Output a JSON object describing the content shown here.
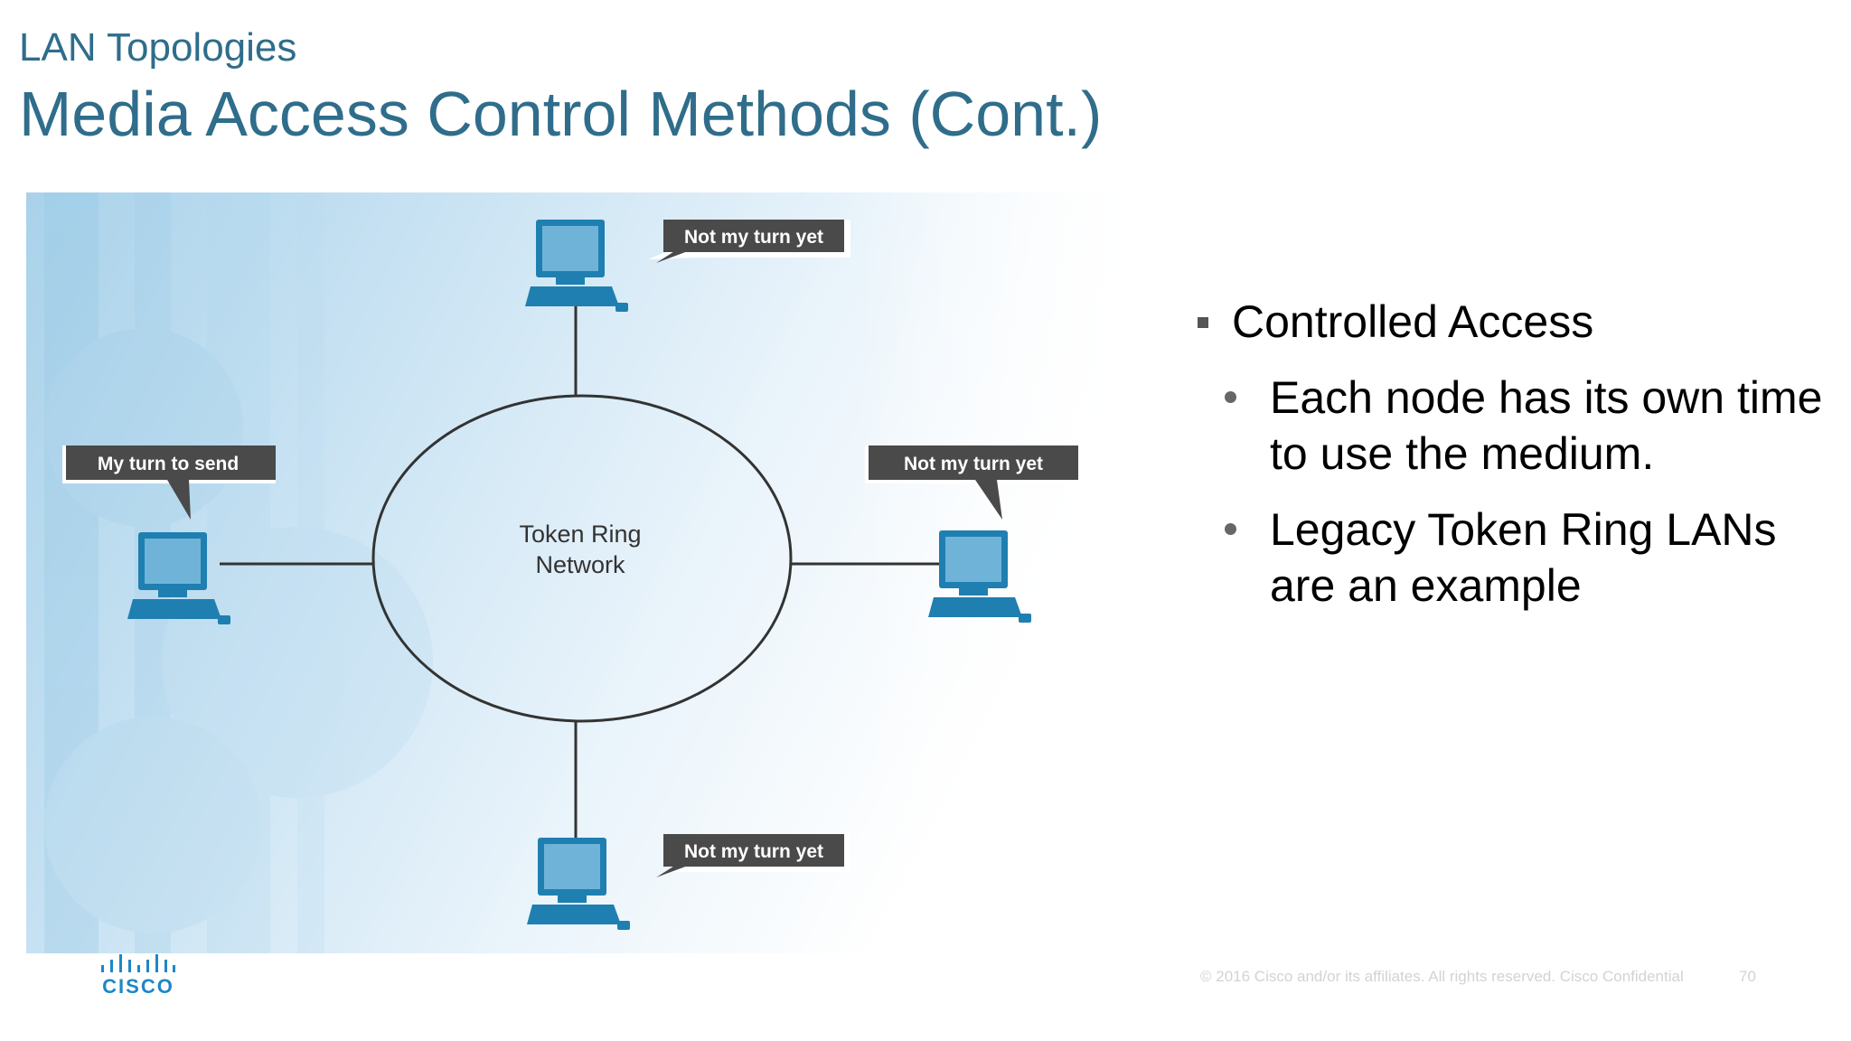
{
  "slide": {
    "subtitle": "LAN Topologies",
    "title": "Media Access Control Methods (Cont.)"
  },
  "diagram": {
    "ring_label_line1": "Token Ring",
    "ring_label_line2": "Network",
    "callouts": {
      "top": "Not my turn yet",
      "left": "My turn to send",
      "right": "Not my turn yet",
      "bottom": "Not my turn yet"
    }
  },
  "bullets": {
    "level1": "Controlled Access",
    "level2": [
      "Each node has its own time to use the medium.",
      "Legacy Token Ring LANs are an example"
    ]
  },
  "footer": {
    "copyright": "© 2016  Cisco and/or its affiliates. All rights reserved.   Cisco Confidential",
    "page_number": "70",
    "logo_text": "CISCO"
  },
  "colors": {
    "title": "#2f6d8b",
    "computer": "#1f7fb0",
    "callout": "#4a4a4a",
    "logo": "#1e86c8"
  }
}
